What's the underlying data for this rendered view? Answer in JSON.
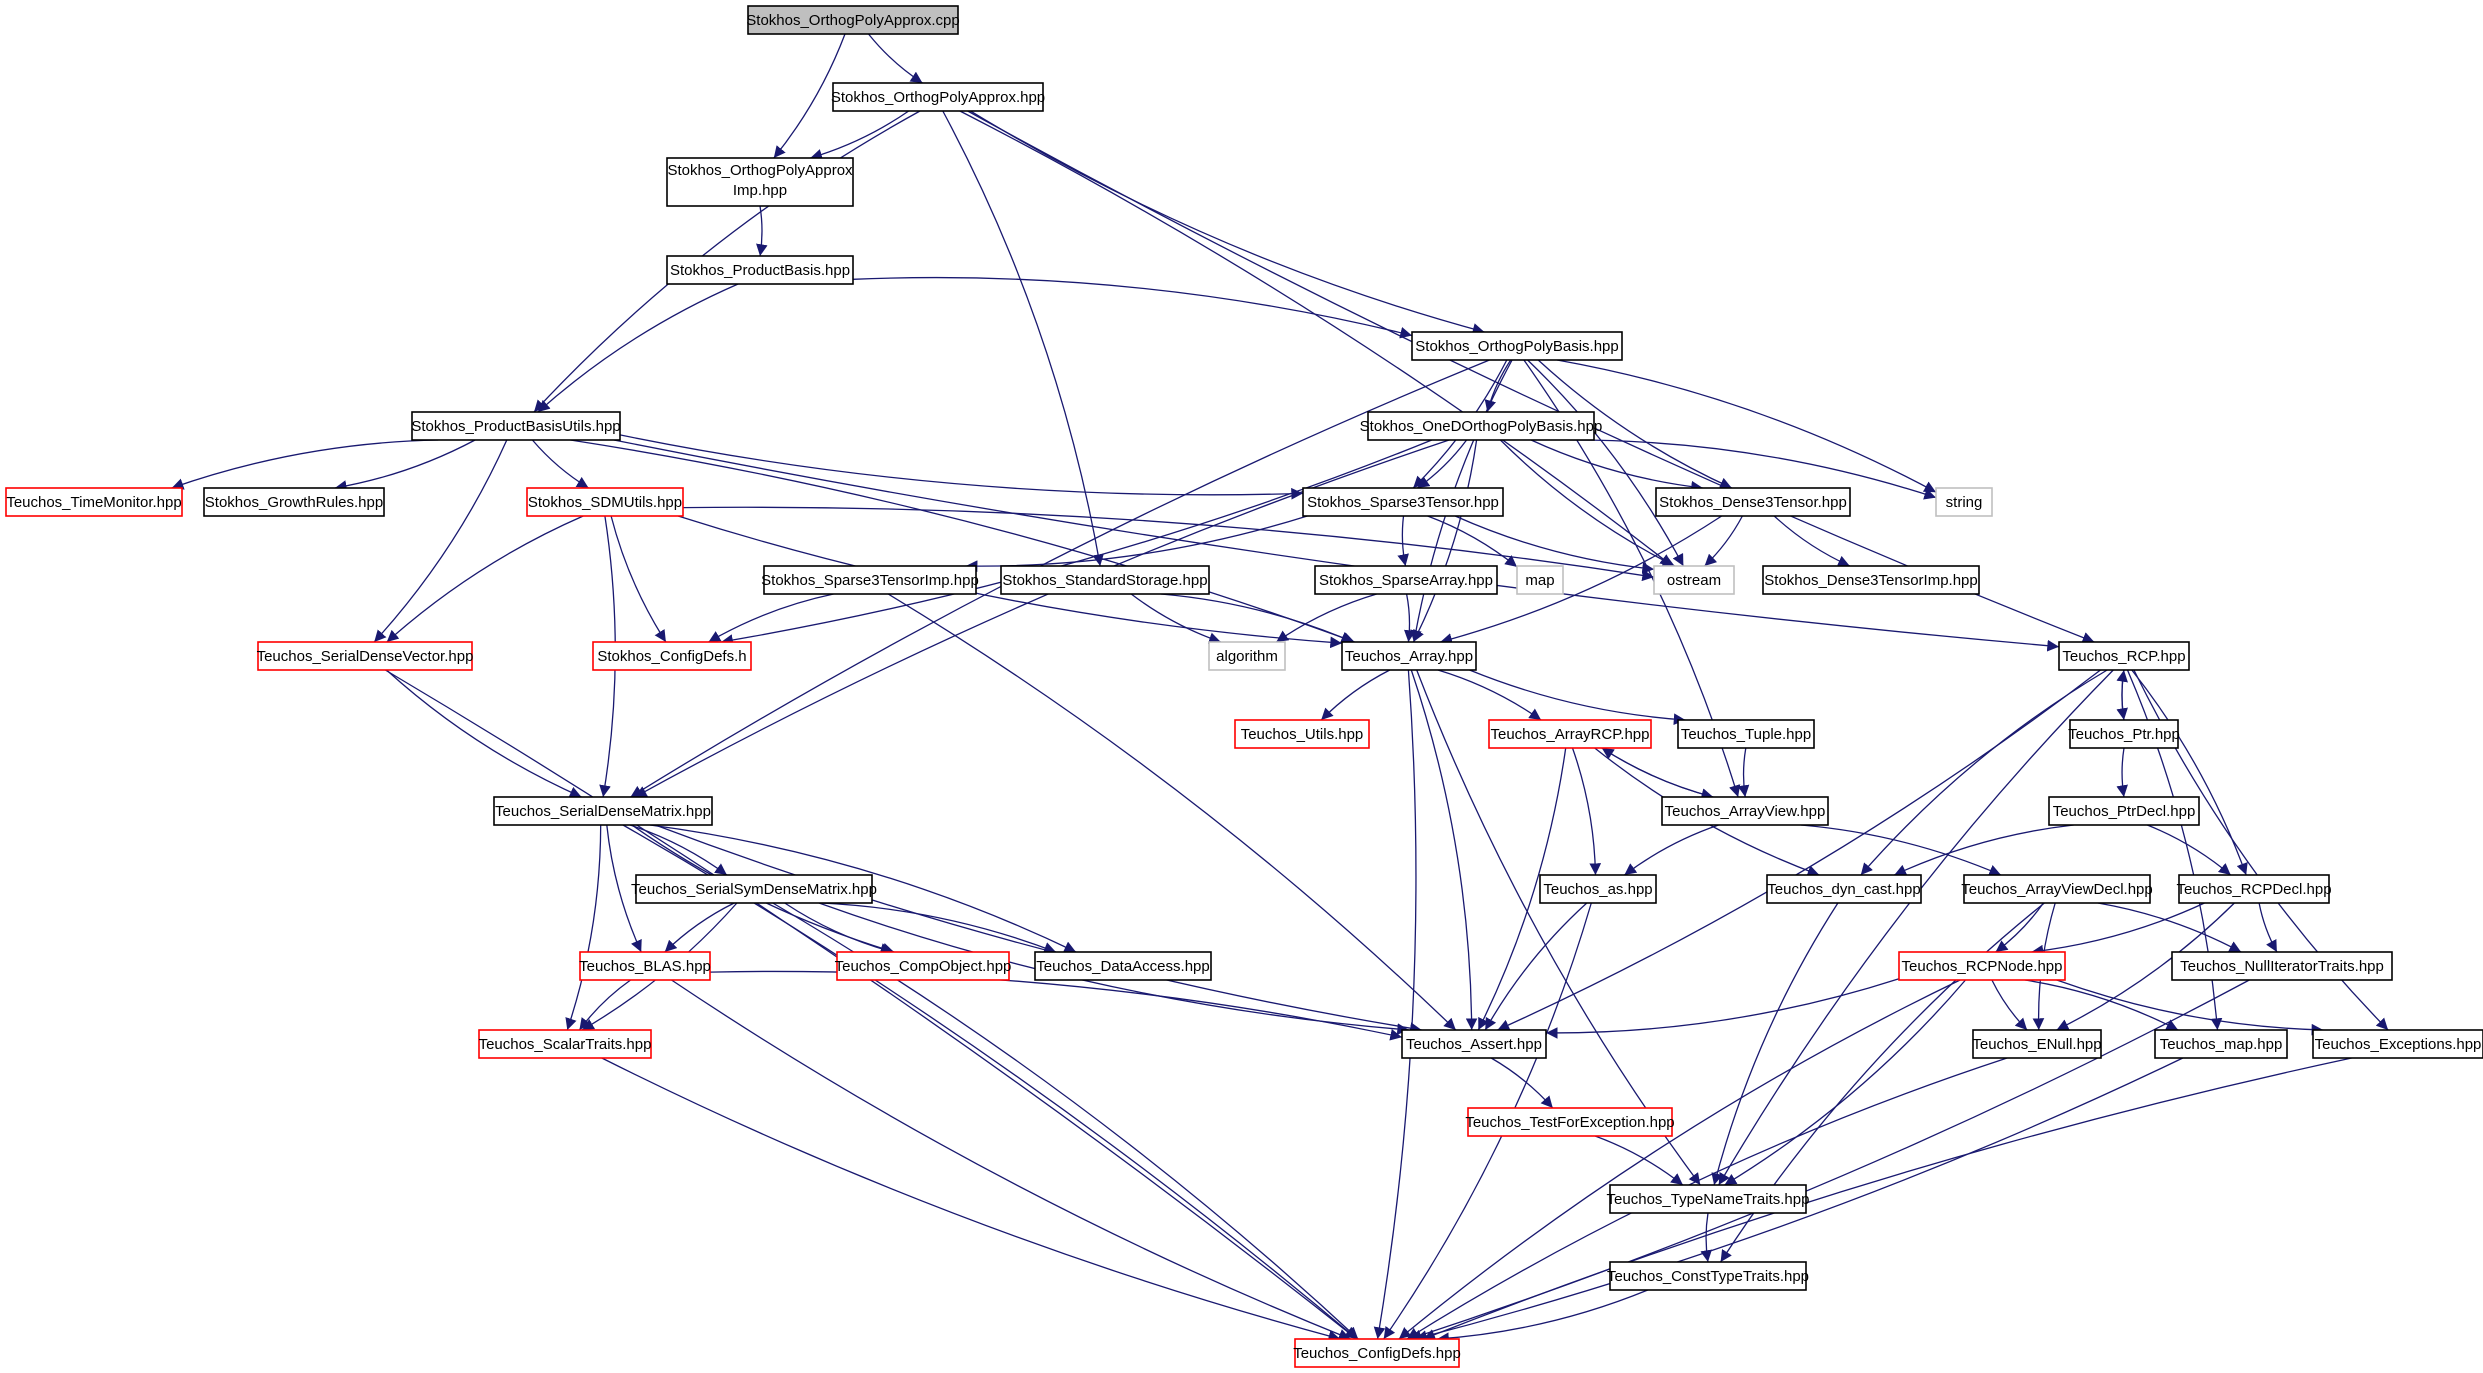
{
  "colors": {
    "edge": "#191970",
    "border_default": "#000000",
    "border_missing_docs": "#ff0000",
    "border_external": "#bfbfbf",
    "root_fill": "#bfbfbf",
    "node_fill": "#ffffff"
  },
  "nodes": [
    {
      "id": "root",
      "label": "Stokhos_OrthogPolyApprox.cpp",
      "style": "root"
    },
    {
      "id": "approx_hpp",
      "label": "Stokhos_OrthogPolyApprox.hpp",
      "style": "default"
    },
    {
      "id": "approx_imp",
      "label": "Stokhos_OrthogPolyApprox",
      "label2": "Imp.hpp",
      "style": "default"
    },
    {
      "id": "product_basis",
      "label": "Stokhos_ProductBasis.hpp",
      "style": "default"
    },
    {
      "id": "orthog_basis",
      "label": "Stokhos_OrthogPolyBasis.hpp",
      "style": "default"
    },
    {
      "id": "pb_utils",
      "label": "Stokhos_ProductBasisUtils.hpp",
      "style": "default"
    },
    {
      "id": "oned_basis",
      "label": "Stokhos_OneDOrthogPolyBasis.hpp",
      "style": "default"
    },
    {
      "id": "time_monitor",
      "label": "Teuchos_TimeMonitor.hpp",
      "style": "red"
    },
    {
      "id": "growth_rules",
      "label": "Stokhos_GrowthRules.hpp",
      "style": "default"
    },
    {
      "id": "sdm_utils",
      "label": "Stokhos_SDMUtils.hpp",
      "style": "red"
    },
    {
      "id": "sparse3",
      "label": "Stokhos_Sparse3Tensor.hpp",
      "style": "default"
    },
    {
      "id": "dense3",
      "label": "Stokhos_Dense3Tensor.hpp",
      "style": "default"
    },
    {
      "id": "string",
      "label": "string",
      "style": "grey"
    },
    {
      "id": "sparse3imp",
      "label": "Stokhos_Sparse3TensorImp.hpp",
      "style": "default"
    },
    {
      "id": "std_storage",
      "label": "Stokhos_StandardStorage.hpp",
      "style": "default"
    },
    {
      "id": "sparse_array",
      "label": "Stokhos_SparseArray.hpp",
      "style": "default"
    },
    {
      "id": "map",
      "label": "map",
      "style": "grey"
    },
    {
      "id": "ostream",
      "label": "ostream",
      "style": "grey"
    },
    {
      "id": "dense3imp",
      "label": "Stokhos_Dense3TensorImp.hpp",
      "style": "default"
    },
    {
      "id": "sdv",
      "label": "Teuchos_SerialDenseVector.hpp",
      "style": "red"
    },
    {
      "id": "configdefs_h",
      "label": "Stokhos_ConfigDefs.h",
      "style": "red"
    },
    {
      "id": "algorithm",
      "label": "algorithm",
      "style": "grey"
    },
    {
      "id": "array",
      "label": "Teuchos_Array.hpp",
      "style": "default"
    },
    {
      "id": "rcp",
      "label": "Teuchos_RCP.hpp",
      "style": "default"
    },
    {
      "id": "utils",
      "label": "Teuchos_Utils.hpp",
      "style": "red"
    },
    {
      "id": "arrayrcp",
      "label": "Teuchos_ArrayRCP.hpp",
      "style": "red"
    },
    {
      "id": "tuple",
      "label": "Teuchos_Tuple.hpp",
      "style": "default"
    },
    {
      "id": "ptr",
      "label": "Teuchos_Ptr.hpp",
      "style": "default"
    },
    {
      "id": "sdm",
      "label": "Teuchos_SerialDenseMatrix.hpp",
      "style": "default"
    },
    {
      "id": "arrayview",
      "label": "Teuchos_ArrayView.hpp",
      "style": "default"
    },
    {
      "id": "ptrdecl",
      "label": "Teuchos_PtrDecl.hpp",
      "style": "default"
    },
    {
      "id": "ssdm",
      "label": "Teuchos_SerialSymDenseMatrix.hpp",
      "style": "default"
    },
    {
      "id": "as",
      "label": "Teuchos_as.hpp",
      "style": "default"
    },
    {
      "id": "dyncast",
      "label": "Teuchos_dyn_cast.hpp",
      "style": "default"
    },
    {
      "id": "avdecl",
      "label": "Teuchos_ArrayViewDecl.hpp",
      "style": "default"
    },
    {
      "id": "rcpdecl",
      "label": "Teuchos_RCPDecl.hpp",
      "style": "default"
    },
    {
      "id": "blas",
      "label": "Teuchos_BLAS.hpp",
      "style": "red"
    },
    {
      "id": "compobject",
      "label": "Teuchos_CompObject.hpp",
      "style": "red"
    },
    {
      "id": "dataaccess",
      "label": "Teuchos_DataAccess.hpp",
      "style": "default"
    },
    {
      "id": "rcpnode",
      "label": "Teuchos_RCPNode.hpp",
      "style": "red"
    },
    {
      "id": "nulliter",
      "label": "Teuchos_NullIteratorTraits.hpp",
      "style": "default"
    },
    {
      "id": "scalartraits",
      "label": "Teuchos_ScalarTraits.hpp",
      "style": "red"
    },
    {
      "id": "assert",
      "label": "Teuchos_Assert.hpp",
      "style": "default"
    },
    {
      "id": "enull",
      "label": "Teuchos_ENull.hpp",
      "style": "default"
    },
    {
      "id": "tmap",
      "label": "Teuchos_map.hpp",
      "style": "default"
    },
    {
      "id": "exceptions",
      "label": "Teuchos_Exceptions.hpp",
      "style": "default"
    },
    {
      "id": "testforexc",
      "label": "Teuchos_TestForException.hpp",
      "style": "red"
    },
    {
      "id": "typename",
      "label": "Teuchos_TypeNameTraits.hpp",
      "style": "default"
    },
    {
      "id": "consttype",
      "label": "Teuchos_ConstTypeTraits.hpp",
      "style": "default"
    },
    {
      "id": "configdefs_hpp",
      "label": "Teuchos_ConfigDefs.hpp",
      "style": "red"
    }
  ],
  "edges": [
    [
      "root",
      "approx_imp"
    ],
    [
      "root",
      "approx_hpp"
    ],
    [
      "approx_hpp",
      "approx_imp"
    ],
    [
      "approx_hpp",
      "pb_utils"
    ],
    [
      "approx_hpp",
      "std_storage"
    ],
    [
      "approx_hpp",
      "orthog_basis"
    ],
    [
      "approx_hpp",
      "ostream"
    ],
    [
      "approx_hpp",
      "rcp"
    ],
    [
      "approx_imp",
      "product_basis"
    ],
    [
      "product_basis",
      "pb_utils"
    ],
    [
      "product_basis",
      "orthog_basis"
    ],
    [
      "orthog_basis",
      "sdm"
    ],
    [
      "orthog_basis",
      "sparse3"
    ],
    [
      "orthog_basis",
      "oned_basis"
    ],
    [
      "orthog_basis",
      "ostream"
    ],
    [
      "orthog_basis",
      "dense3"
    ],
    [
      "orthog_basis",
      "string"
    ],
    [
      "orthog_basis",
      "array"
    ],
    [
      "orthog_basis",
      "arrayview"
    ],
    [
      "pb_utils",
      "time_monitor"
    ],
    [
      "pb_utils",
      "growth_rules"
    ],
    [
      "pb_utils",
      "sdm_utils"
    ],
    [
      "pb_utils",
      "sdv"
    ],
    [
      "pb_utils",
      "sparse3"
    ],
    [
      "pb_utils",
      "array"
    ],
    [
      "pb_utils",
      "rcp"
    ],
    [
      "oned_basis",
      "configdefs_h"
    ],
    [
      "oned_basis",
      "sdm"
    ],
    [
      "oned_basis",
      "sparse3"
    ],
    [
      "oned_basis",
      "dense3"
    ],
    [
      "oned_basis",
      "string"
    ],
    [
      "oned_basis",
      "ostream"
    ],
    [
      "oned_basis",
      "array"
    ],
    [
      "sdm_utils",
      "sdv"
    ],
    [
      "sdm_utils",
      "sdm"
    ],
    [
      "sdm_utils",
      "configdefs_h"
    ],
    [
      "sdm_utils",
      "ostream"
    ],
    [
      "sdm_utils",
      "array"
    ],
    [
      "sparse3",
      "sparse3imp"
    ],
    [
      "sparse3",
      "sparse_array"
    ],
    [
      "sparse3",
      "map"
    ],
    [
      "sparse3",
      "ostream"
    ],
    [
      "dense3",
      "ostream"
    ],
    [
      "dense3",
      "dense3imp"
    ],
    [
      "dense3",
      "array"
    ],
    [
      "sparse3imp",
      "configdefs_h"
    ],
    [
      "sparse3imp",
      "assert"
    ],
    [
      "std_storage",
      "algorithm"
    ],
    [
      "std_storage",
      "array"
    ],
    [
      "sparse_array",
      "algorithm"
    ],
    [
      "sparse_array",
      "array"
    ],
    [
      "sdv",
      "sdm"
    ],
    [
      "sdv",
      "configdefs_hpp"
    ],
    [
      "array",
      "utils"
    ],
    [
      "array",
      "arrayrcp"
    ],
    [
      "array",
      "tuple"
    ],
    [
      "array",
      "assert"
    ],
    [
      "array",
      "typename"
    ],
    [
      "array",
      "configdefs_hpp"
    ],
    [
      "arrayrcp",
      "arrayview"
    ],
    [
      "arrayrcp",
      "as"
    ],
    [
      "arrayrcp",
      "dyncast"
    ],
    [
      "arrayrcp",
      "assert"
    ],
    [
      "tuple",
      "arrayview"
    ],
    [
      "arrayview",
      "arrayrcp"
    ],
    [
      "arrayview",
      "as"
    ],
    [
      "arrayview",
      "avdecl"
    ],
    [
      "rcp",
      "ptr"
    ],
    [
      "rcp",
      "rcpdecl"
    ],
    [
      "rcp",
      "dyncast"
    ],
    [
      "rcp",
      "assert"
    ],
    [
      "rcp",
      "typename"
    ],
    [
      "rcp",
      "tmap"
    ],
    [
      "rcp",
      "exceptions"
    ],
    [
      "ptr",
      "rcp"
    ],
    [
      "ptr",
      "ptrdecl"
    ],
    [
      "ptrdecl",
      "rcpdecl"
    ],
    [
      "ptrdecl",
      "dyncast"
    ],
    [
      "sdm",
      "ssdm"
    ],
    [
      "sdm",
      "blas"
    ],
    [
      "sdm",
      "scalartraits"
    ],
    [
      "sdm",
      "compobject"
    ],
    [
      "sdm",
      "dataaccess"
    ],
    [
      "sdm",
      "assert"
    ],
    [
      "sdm",
      "configdefs_hpp"
    ],
    [
      "ssdm",
      "blas"
    ],
    [
      "ssdm",
      "scalartraits"
    ],
    [
      "ssdm",
      "compobject"
    ],
    [
      "ssdm",
      "dataaccess"
    ],
    [
      "ssdm",
      "assert"
    ],
    [
      "ssdm",
      "configdefs_hpp"
    ],
    [
      "as",
      "assert"
    ],
    [
      "as",
      "configdefs_hpp"
    ],
    [
      "dyncast",
      "typename"
    ],
    [
      "avdecl",
      "rcpnode"
    ],
    [
      "avdecl",
      "enull"
    ],
    [
      "avdecl",
      "nulliter"
    ],
    [
      "avdecl",
      "consttype"
    ],
    [
      "rcpdecl",
      "rcpnode"
    ],
    [
      "rcpdecl",
      "nulliter"
    ],
    [
      "rcpdecl",
      "enull"
    ],
    [
      "blas",
      "scalartraits"
    ],
    [
      "blas",
      "assert"
    ],
    [
      "blas",
      "configdefs_hpp"
    ],
    [
      "rcpnode",
      "assert"
    ],
    [
      "rcpnode",
      "enull"
    ],
    [
      "rcpnode",
      "tmap"
    ],
    [
      "rcpnode",
      "exceptions"
    ],
    [
      "rcpnode",
      "typename"
    ],
    [
      "rcpnode",
      "configdefs_hpp"
    ],
    [
      "nulliter",
      "configdefs_hpp"
    ],
    [
      "scalartraits",
      "configdefs_hpp"
    ],
    [
      "assert",
      "testforexc"
    ],
    [
      "enull",
      "configdefs_hpp"
    ],
    [
      "tmap",
      "configdefs_hpp"
    ],
    [
      "exceptions",
      "configdefs_hpp"
    ],
    [
      "testforexc",
      "typename"
    ],
    [
      "typename",
      "consttype"
    ],
    [
      "consttype",
      "configdefs_hpp"
    ]
  ]
}
